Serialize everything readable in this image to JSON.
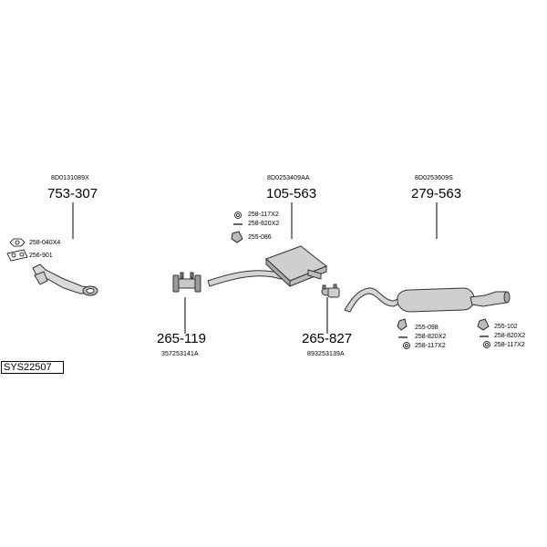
{
  "diagram": {
    "system_code": "SYS22507",
    "parts": [
      {
        "id": "front-pipe",
        "oe": "8D0131089X",
        "number": "753-307"
      },
      {
        "id": "center-silencer",
        "oe": "8D0253409AA",
        "number": "105-563"
      },
      {
        "id": "rear-silencer",
        "oe": "8D0253609S",
        "number": "279-563"
      },
      {
        "id": "clamp",
        "oe": "357253141A",
        "number": "265-119"
      },
      {
        "id": "sleeve",
        "oe": "893253139A",
        "number": "265-827"
      }
    ],
    "fittings": {
      "front": [
        "258-040X4",
        "256-901"
      ],
      "center": [
        "258-117X2",
        "258-820X2",
        "255-086"
      ],
      "rear_left": [
        "255-098",
        "258-820X2",
        "258-117X2"
      ],
      "rear_right": [
        "255-102",
        "258-820X2",
        "258-117X2"
      ]
    }
  }
}
